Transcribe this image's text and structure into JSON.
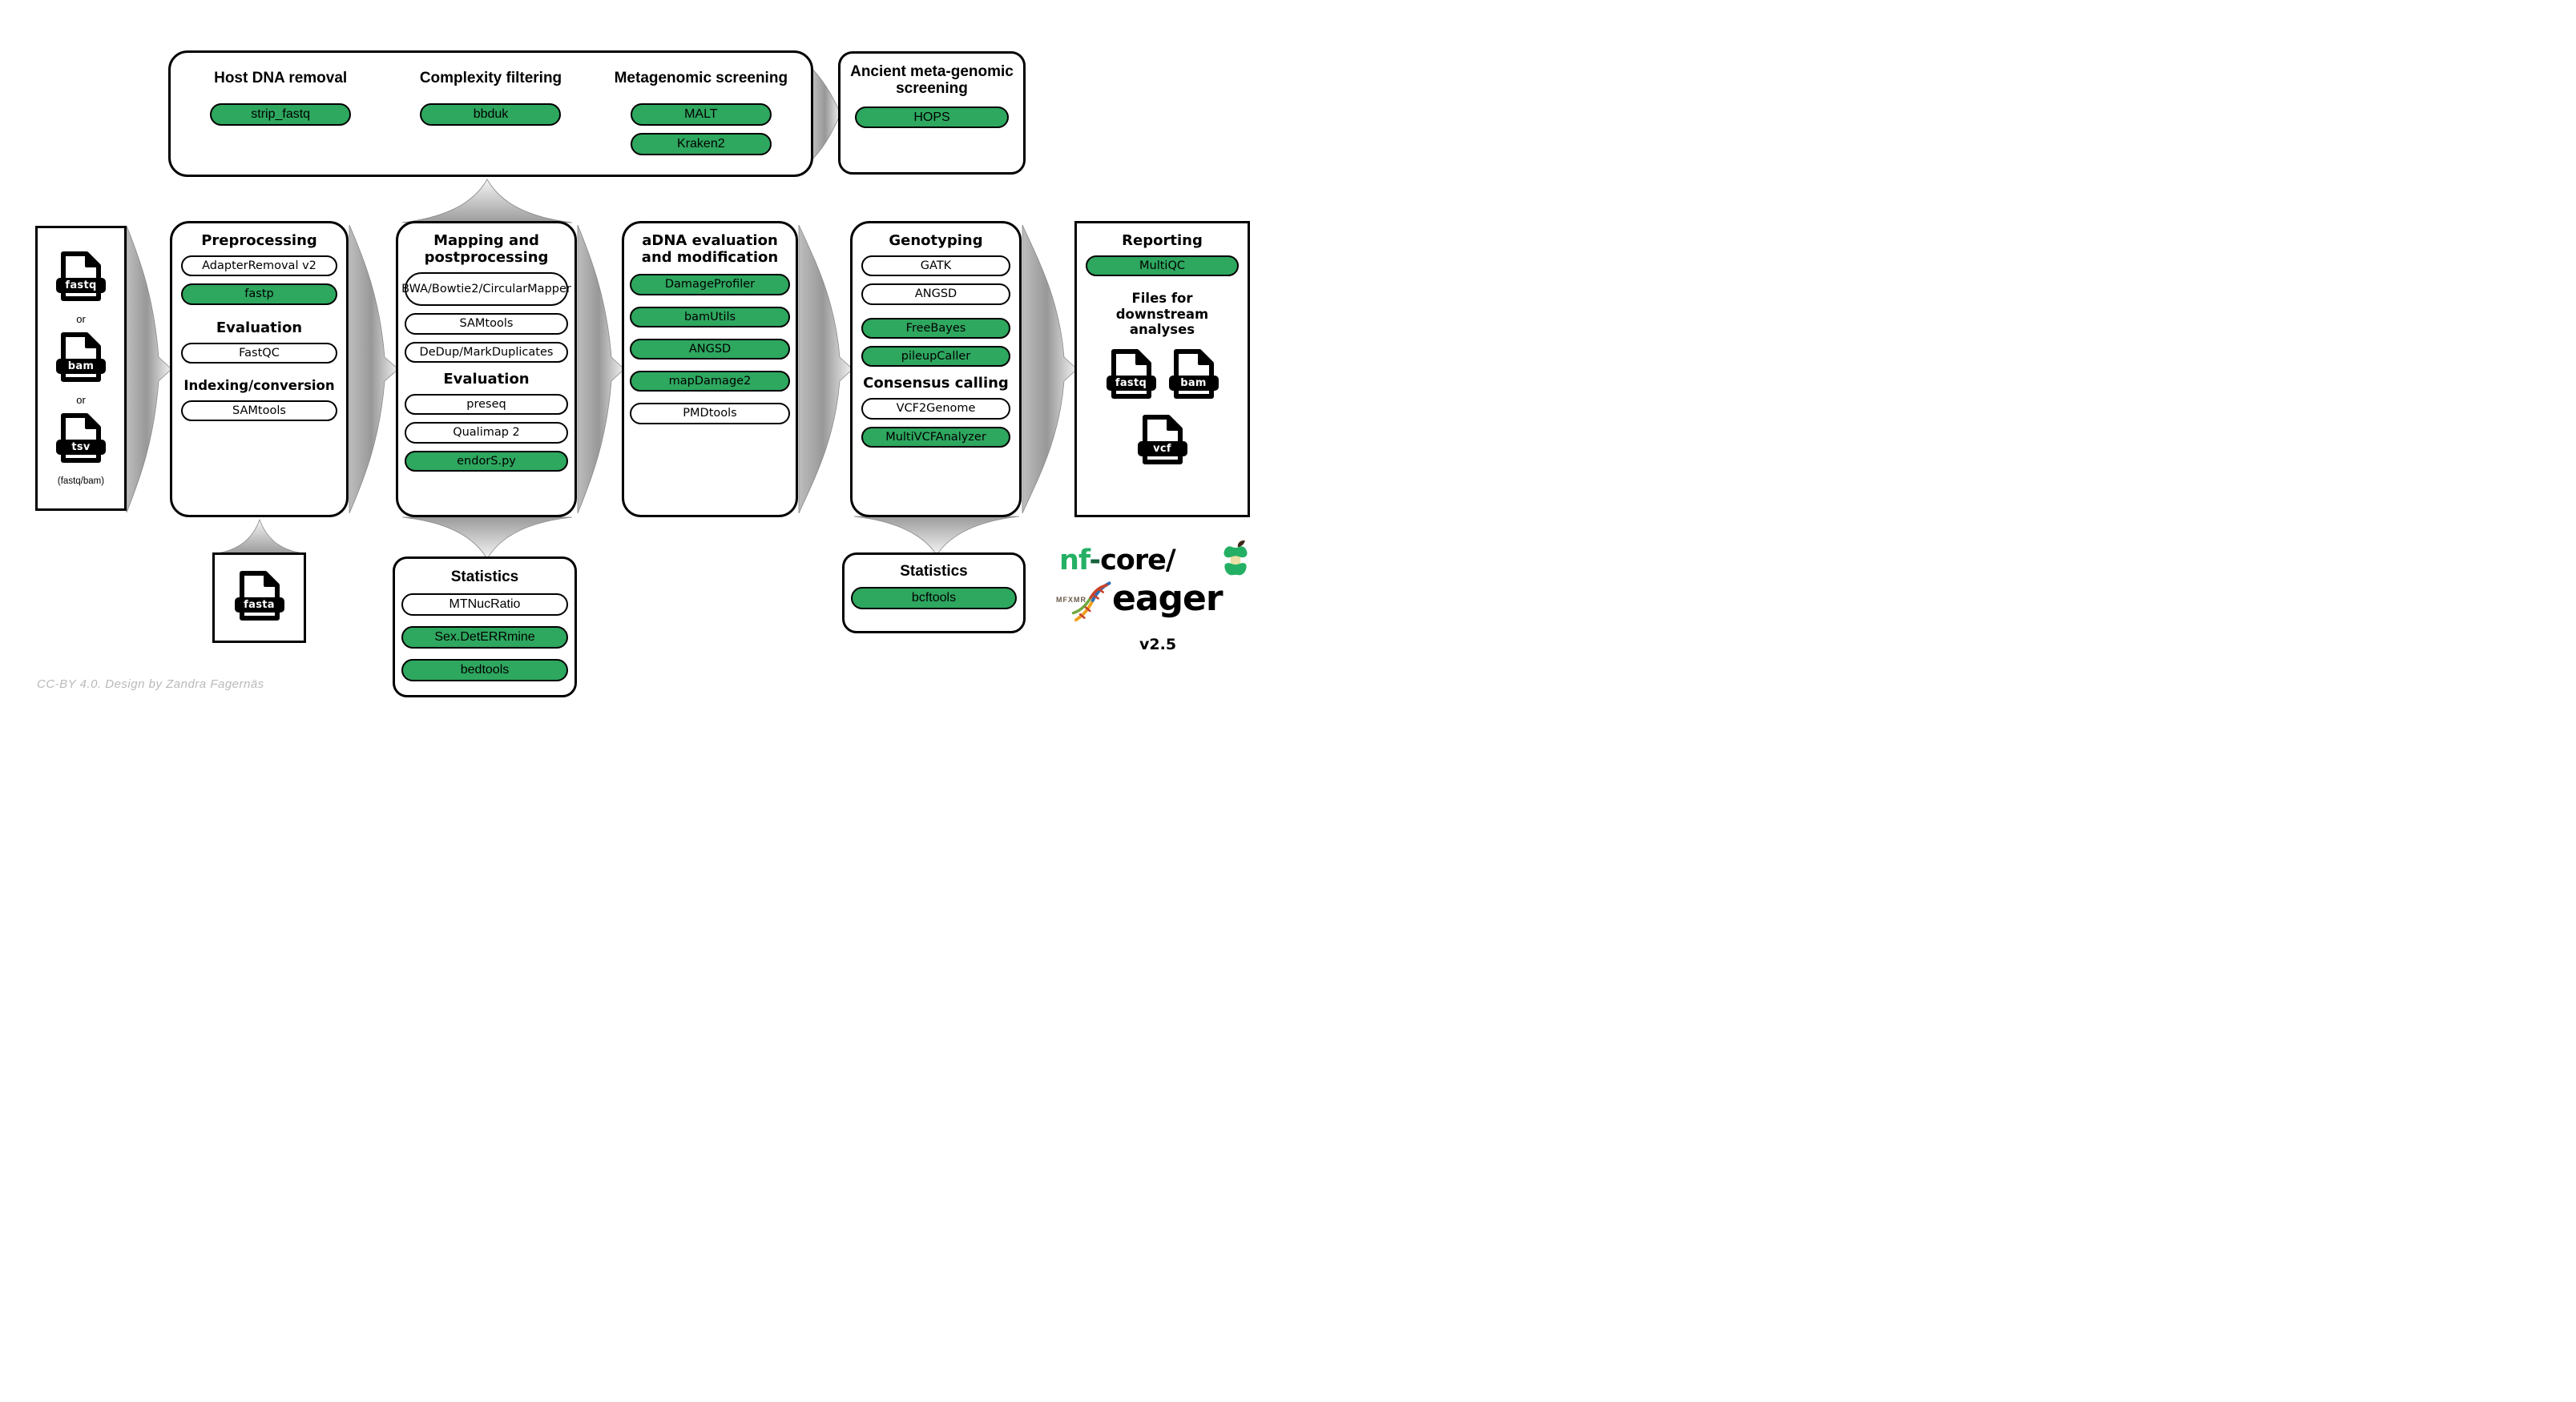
{
  "colors": {
    "green": "#2EA75F",
    "border": "#000000",
    "arrow_gray": "#9B9B9B",
    "credit_gray": "#B9B9B9",
    "brand_green": "#24B064"
  },
  "credit": "CC-BY 4.0. Design by Zandra Fagernäs",
  "input_box": {
    "separator": "or",
    "caption": "(fastq/bam)",
    "files": [
      "fastq",
      "bam",
      "tsv"
    ]
  },
  "top_panel": {
    "sections": [
      {
        "title": "Host DNA removal",
        "tools": [
          "strip_fastq"
        ]
      },
      {
        "title": "Complexity filtering",
        "tools": [
          "bbduk"
        ]
      },
      {
        "title": "Metagenomic screening",
        "tools": [
          "MALT",
          "Kraken2"
        ]
      }
    ]
  },
  "ancient_screening": {
    "title": "Ancient meta-genomic screening",
    "tools": [
      "HOPS"
    ]
  },
  "preprocessing": {
    "title": "Preprocessing",
    "tools": [
      "AdapterRemoval v2",
      "fastp"
    ],
    "evaluation_title": "Evaluation",
    "evaluation_tools": [
      "FastQC"
    ],
    "indexing_title": "Indexing/conversion",
    "indexing_tools": [
      "SAMtools"
    ]
  },
  "mapping": {
    "title": "Mapping and postprocessing",
    "tools": [
      "BWA/Bowtie2/CircularMapper",
      "SAMtools",
      "DeDup/MarkDuplicates"
    ],
    "evaluation_title": "Evaluation",
    "evaluation_tools": [
      "preseq",
      "Qualimap 2",
      "endorS.py"
    ]
  },
  "adna": {
    "title": "aDNA evaluation and modification",
    "tools": [
      "DamageProfiler",
      "bamUtils",
      "ANGSD",
      "mapDamage2",
      "PMDtools"
    ]
  },
  "genotyping": {
    "title": "Genotyping",
    "tools": [
      "GATK",
      "ANGSD",
      "FreeBayes",
      "pileupCaller"
    ],
    "consensus_title": "Consensus calling",
    "consensus_tools": [
      "VCF2Genome",
      "MultiVCFAnalyzer"
    ]
  },
  "reporting": {
    "title": "Reporting",
    "tools": [
      "MultiQC"
    ],
    "downstream_title": "Files for downstream analyses",
    "files": [
      "fastq",
      "bam",
      "vcf"
    ]
  },
  "statistics_mapping": {
    "title": "Statistics",
    "tools": [
      "MTNucRatio",
      "Sex.DetERRmine",
      "bedtools"
    ]
  },
  "statistics_genotyping": {
    "title": "Statistics",
    "tools": [
      "bcftools"
    ]
  },
  "fasta_input": {
    "file": "fasta"
  },
  "logo": {
    "org_green": "nf",
    "dash": "-",
    "org_rest": "core/",
    "pipeline": "eager",
    "version": "v2.5",
    "runes": "MFXMR"
  }
}
